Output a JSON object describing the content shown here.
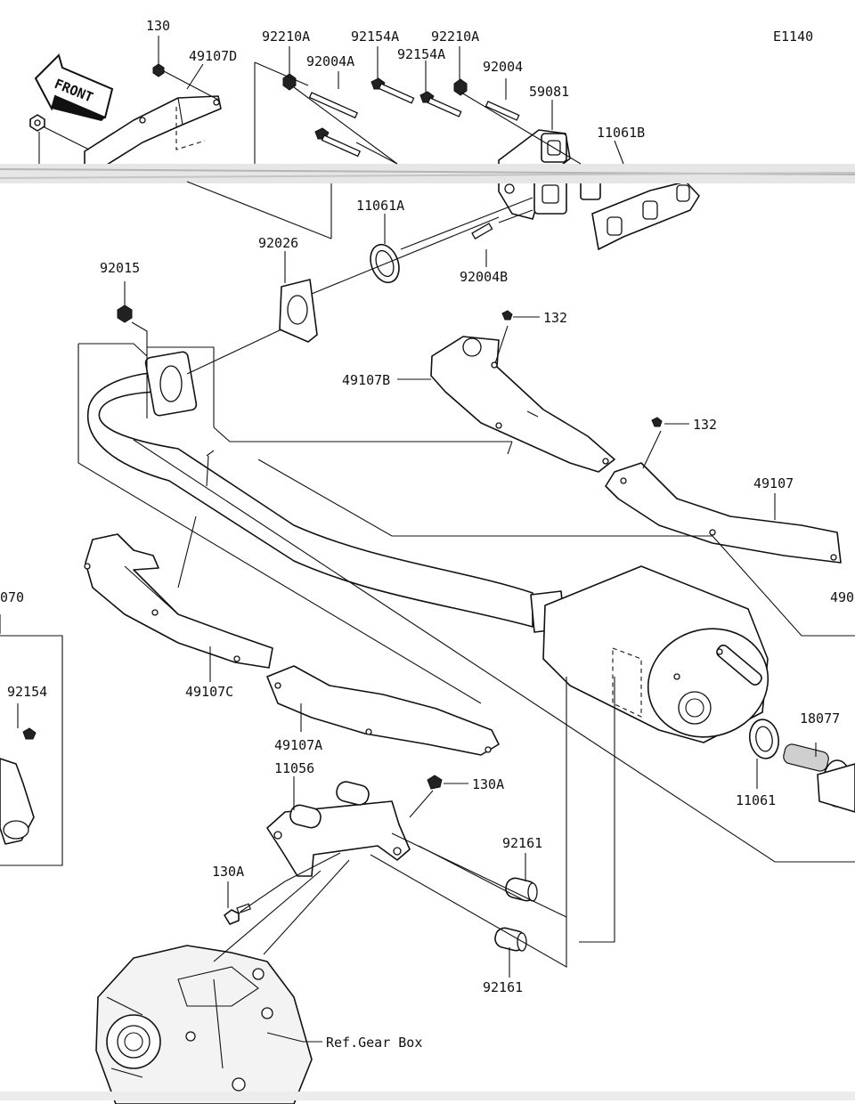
{
  "diagram_code": "E1140",
  "front_label": "FRONT",
  "ref_label": "Ref.Gear Box",
  "parts": {
    "p130": "130",
    "p49107D": "49107D",
    "p92210A_1": "92210A",
    "p92154A_1": "92154A",
    "p92210A_2": "92210A",
    "p92004A": "92004A",
    "p92154A_2": "92154A",
    "p92004": "92004",
    "p59081": "59081",
    "p11061B": "11061B",
    "p11061A": "11061A",
    "p92026": "92026",
    "p92004B": "92004B",
    "p92015": "92015",
    "p132_1": "132",
    "p49107B": "49107B",
    "p132_2": "132",
    "p49107": "49107",
    "p490": "490",
    "p070": "070",
    "p92154": "92154",
    "p49107C": "49107C",
    "p49107A": "49107A",
    "p18077": "18077",
    "p11061": "11061",
    "p11056": "11056",
    "p130A_1": "130A",
    "p130A_2": "130A",
    "p92161_1": "92161",
    "p92161_2": "92161"
  }
}
